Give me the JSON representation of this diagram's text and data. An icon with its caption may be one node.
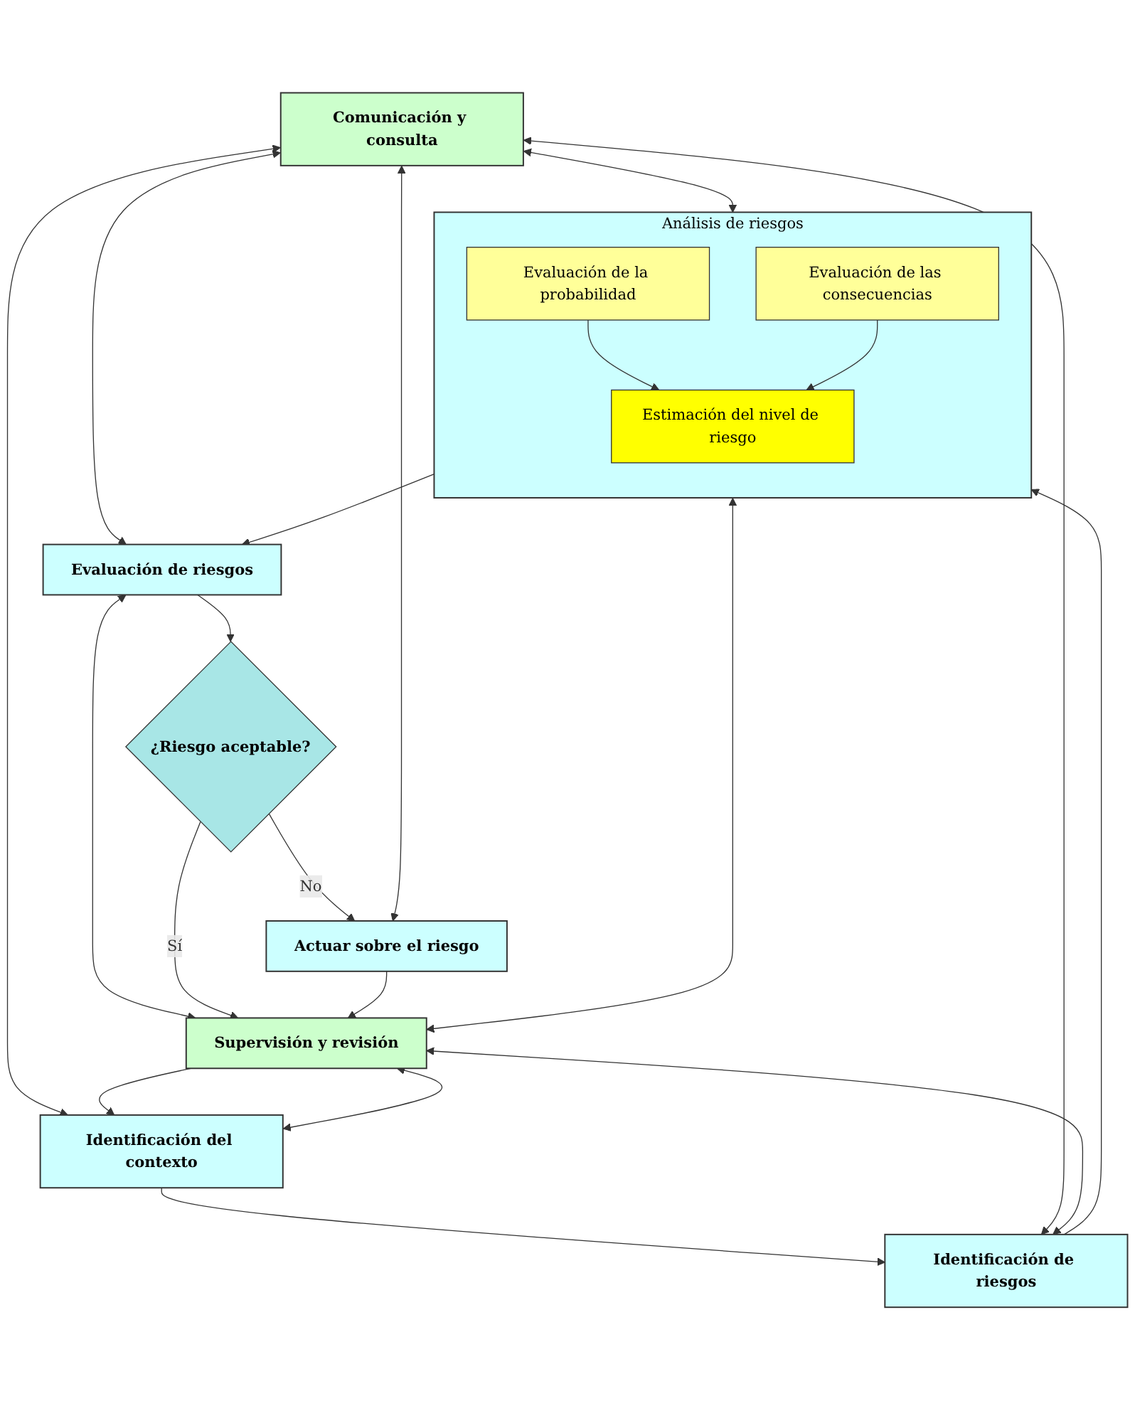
{
  "diagram": {
    "nodes": [
      {
        "text": [
          "Comunicación y consulta"
        ]
      },
      {
        "text": [
          "Identificación del contexto"
        ]
      },
      {
        "text": [
          "Identificación de riesgos"
        ]
      },
      {
        "text": [
          "Análisis de riesgos"
        ]
      },
      {
        "text": [
          "Evaluación de la probabilidad"
        ],
        "in": 3
      },
      {
        "text": [
          "Evaluación de las consecuencias"
        ],
        "in": 3
      },
      {
        "text": [
          "Estimación del nivel de riesgo"
        ],
        "in": 3
      },
      {
        "text": [
          "Evaluación de riesgos"
        ]
      },
      {
        "text": [
          "¿Riesgo aceptable?"
        ]
      },
      {
        "text": [
          "Actuar sobre el riesgo"
        ]
      },
      {
        "text": [
          "Supervisión y revisión"
        ]
      }
    ],
    "edges": [
      {
        "from": 0,
        "to": 1,
        "arrow": "both"
      },
      {
        "from": 1,
        "to": 10,
        "arrow": "both"
      },
      {
        "from": 1,
        "to": 2,
        "arrow": "to"
      },
      {
        "from": 0,
        "to": 2,
        "arrow": "both"
      },
      {
        "from": 2,
        "to": 10,
        "arrow": "both"
      },
      {
        "from": 2,
        "to": 3,
        "arrow": "to"
      },
      {
        "from": 0,
        "to": 3,
        "arrow": "both"
      },
      {
        "from": 3,
        "to": 10,
        "arrow": "both"
      },
      {
        "from": 4,
        "to": 6,
        "arrow": "to"
      },
      {
        "from": 5,
        "to": 6,
        "arrow": "to"
      },
      {
        "from": 3,
        "to": 7,
        "arrow": "to"
      },
      {
        "from": 0,
        "to": 7,
        "arrow": "both"
      },
      {
        "from": 7,
        "to": 10,
        "arrow": "both"
      },
      {
        "from": 7,
        "to": 8,
        "arrow": "to"
      },
      {
        "from": 8,
        "to": 10,
        "label": "Sí",
        "arrow": "to"
      },
      {
        "from": 8,
        "to": 9,
        "label": "No",
        "arrow": "to"
      },
      {
        "from": 0,
        "to": 9,
        "arrow": "both"
      },
      {
        "from": 9,
        "to": 10,
        "arrow": "to"
      },
      {
        "from": 10,
        "to": 1,
        "arrow": "to"
      }
    ]
  }
}
